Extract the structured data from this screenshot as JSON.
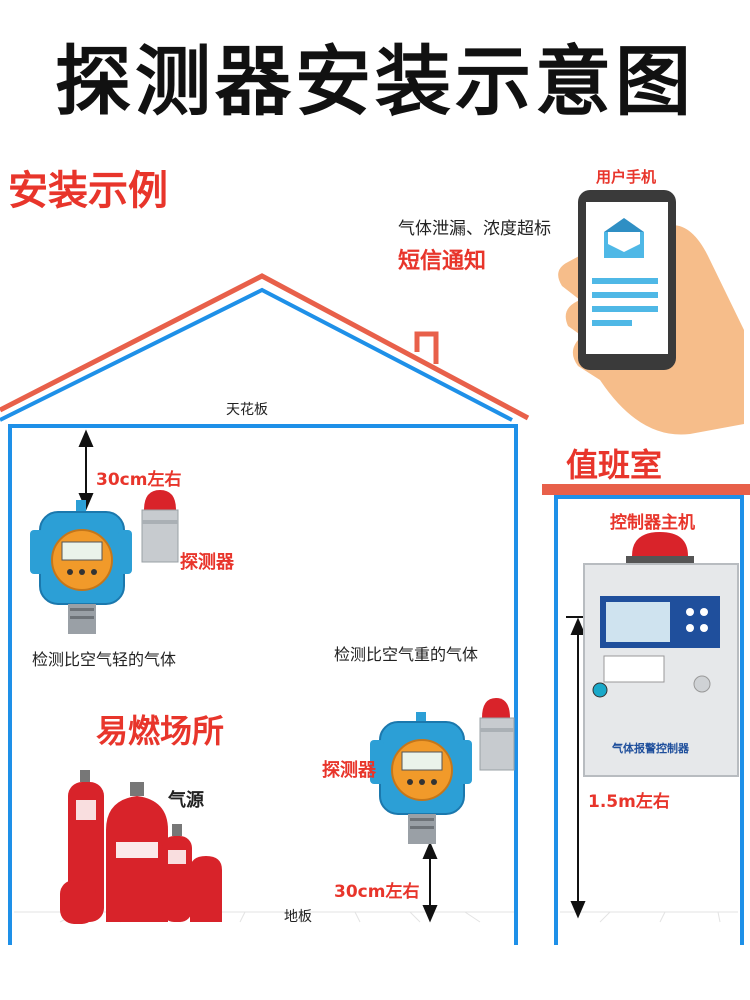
{
  "header": {
    "title": "探测器安装示意图"
  },
  "scene": {
    "example_title": "安装示例",
    "notification": {
      "phone_label": "用户手机",
      "notice_text": "气体泄漏、浓度超标",
      "sms_text": "短信通知"
    },
    "house": {
      "ceiling_label": "天花板",
      "floor_label": "地板",
      "top_distance": "30cm左右",
      "bottom_distance": "30cm左右",
      "detector_label_upper": "探测器",
      "detector_label_lower": "探测器",
      "light_gas_text": "检测比空气轻的气体",
      "heavy_gas_text": "检测比空气重的气体",
      "flammable_title": "易燃场所",
      "gas_source_label": "气源"
    },
    "duty_room": {
      "title": "值班室",
      "controller_label": "控制器主机",
      "controller_panel_text": "气体报警控制器",
      "controller_height": "1.5m左右"
    }
  },
  "colors": {
    "accent_red": "#e8352b",
    "wall_blue": "#1e90e8",
    "roof_red": "#e8604a",
    "detector_blue": "#2c9fd6",
    "cylinder_red": "#d8232a"
  },
  "icons": [
    "hand-phone-icon",
    "envelope-icon",
    "alarm-light-icon",
    "gas-detector-icon",
    "gas-cylinder-icon",
    "controller-icon",
    "speaker-icon"
  ]
}
